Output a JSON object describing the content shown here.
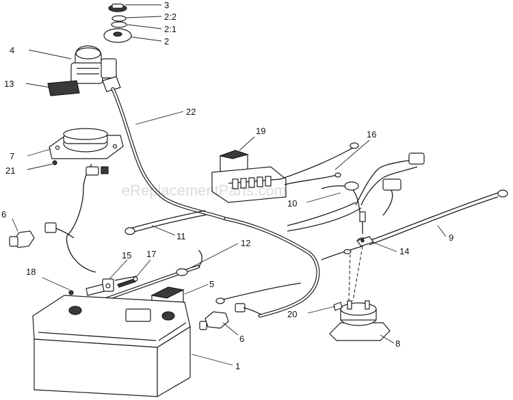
{
  "watermark": "eReplacementParts.com",
  "callouts": [
    {
      "id": "c-3",
      "label": "3"
    },
    {
      "id": "c-2-2",
      "label": "2:2"
    },
    {
      "id": "c-2-1",
      "label": "2:1"
    },
    {
      "id": "c-2",
      "label": "2"
    },
    {
      "id": "c-4",
      "label": "4"
    },
    {
      "id": "c-13",
      "label": "13"
    },
    {
      "id": "c-22",
      "label": "22"
    },
    {
      "id": "c-19",
      "label": "19"
    },
    {
      "id": "c-16",
      "label": "16"
    },
    {
      "id": "c-7",
      "label": "7"
    },
    {
      "id": "c-21",
      "label": "21"
    },
    {
      "id": "c-10",
      "label": "10"
    },
    {
      "id": "c-6a",
      "label": "6"
    },
    {
      "id": "c-11",
      "label": "11"
    },
    {
      "id": "c-9",
      "label": "9"
    },
    {
      "id": "c-12",
      "label": "12"
    },
    {
      "id": "c-14",
      "label": "14"
    },
    {
      "id": "c-15",
      "label": "15"
    },
    {
      "id": "c-17",
      "label": "17"
    },
    {
      "id": "c-18",
      "label": "18"
    },
    {
      "id": "c-5",
      "label": "5"
    },
    {
      "id": "c-20",
      "label": "20"
    },
    {
      "id": "c-6b",
      "label": "6"
    },
    {
      "id": "c-8",
      "label": "8"
    },
    {
      "id": "c-1",
      "label": "1"
    }
  ]
}
